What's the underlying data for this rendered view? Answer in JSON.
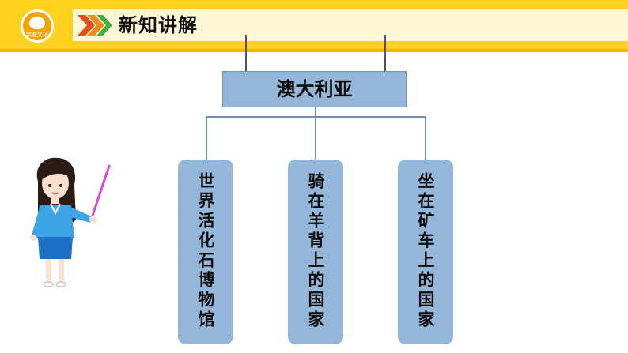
{
  "header": {
    "title": "新知讲解",
    "logo_text": "学魔文化"
  },
  "diagram": {
    "root": "澳大利亚",
    "children": [
      {
        "label": "世界活化石博物馆"
      },
      {
        "label": "骑在羊背上的国家"
      },
      {
        "label": "坐在矿车上的国家"
      }
    ]
  },
  "colors": {
    "header_bar": "#FFD21F",
    "box_fill": "#94B6D8",
    "connector": "#6F93B8",
    "chevron_red": "#E84A1C",
    "chevron_green": "#43B049"
  },
  "icons": [
    "logo-icon",
    "chevron-right-icon",
    "teacher-illustration"
  ]
}
